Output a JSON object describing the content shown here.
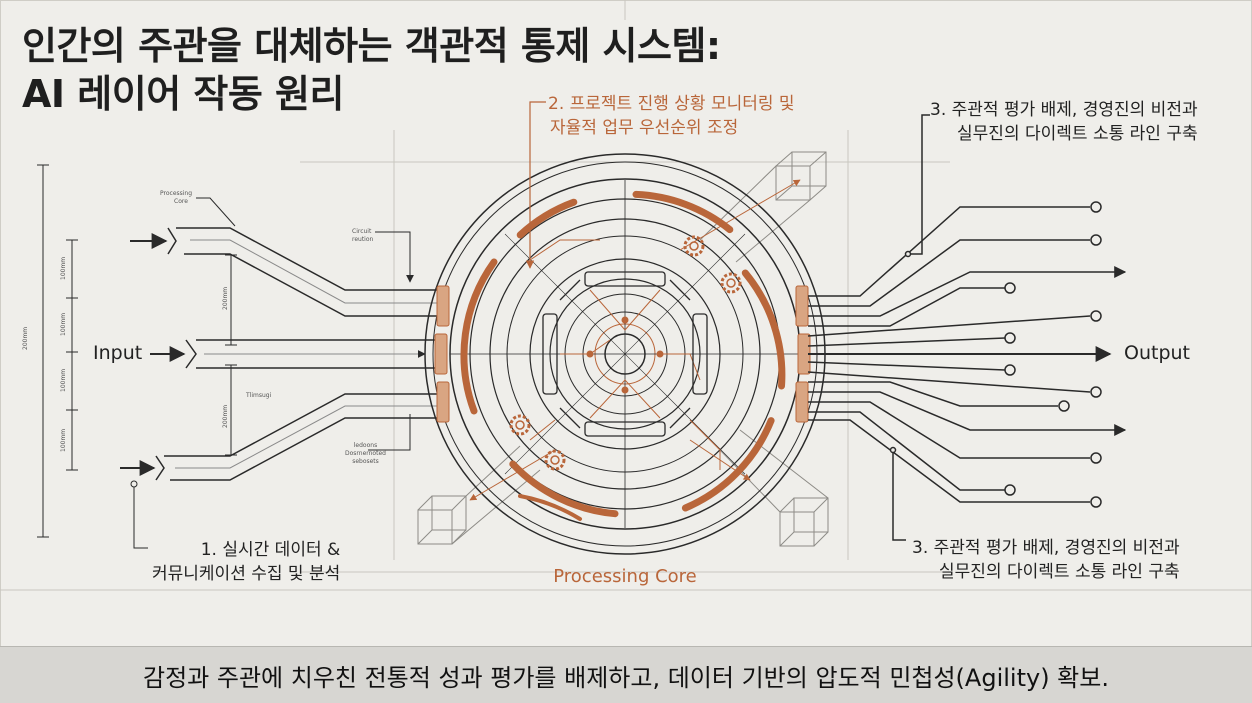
{
  "title": {
    "line1": "인간의 주관을 대체하는 객관적 통제 시스템:",
    "line2": "AI 레이어 작동 원리"
  },
  "labels": {
    "input": "Input",
    "output": "Output",
    "core": "Processing Core",
    "step1": [
      "1. 실시간 데이터 &",
      "커뮤니케이션 수집 및 분석"
    ],
    "step2": [
      "2. 프로젝트 진행 상황 모니터링 및",
      "자율적 업무 우선순위 조정"
    ],
    "step3_top": [
      "3. 주관적 평가 배제, 경영진의 비전과",
      "실무진의 다이렉트 소통 라인 구축"
    ],
    "step3_bottom": [
      "3. 주관적 평가 배제, 경영진의 비전과",
      "실무진의 다이렉트 소통 라인 구축"
    ]
  },
  "tiny_labels": {
    "processing_core": [
      "Processing",
      "Core"
    ],
    "circuit": [
      "Circuit",
      "reution"
    ],
    "timesugi": "Tlimsugi",
    "bottom_note": [
      "ledoons",
      "Dosrnernoted",
      "sebosets"
    ],
    "dim_200_a": "200mm",
    "dim_200_b": "200mm",
    "dim_200_c": "200mm",
    "dim_100_a": "100mm",
    "dim_100_b": "100mm",
    "dim_100_c": "100mm",
    "dim_100_d": "100mm"
  },
  "footer": "감정과 주관에 치우친 전통적 성과 평가를 배제하고, 데이터 기반의 압도적 민첩성(Agility) 확보.",
  "colors": {
    "accent": "#b9663a",
    "line": "#2a2a2a",
    "background": "#efeeea",
    "footer_bg": "#d7d6d2"
  }
}
